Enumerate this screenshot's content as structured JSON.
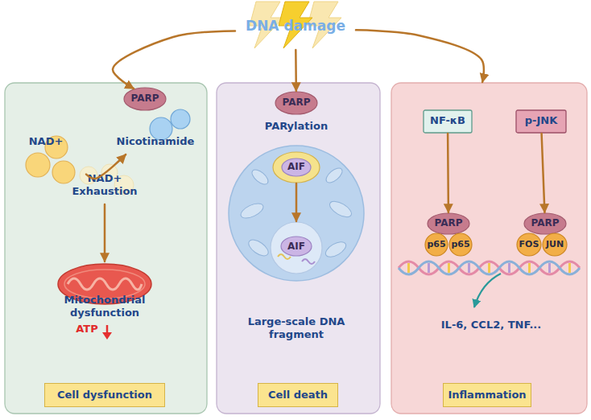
{
  "diagram": {
    "nodes": [
      {
        "text": [
          "DNA damage"
        ]
      },
      {
        "text": [
          "Cell dysfunction"
        ]
      },
      {
        "text": [
          "PARP"
        ],
        "in": 1
      },
      {
        "text": [
          "NAD+"
        ],
        "in": 1
      },
      {
        "text": [
          "Nicotinamide"
        ],
        "in": 1
      },
      {
        "text": [
          "NAD+ Exhaustion"
        ],
        "in": 1
      },
      {
        "text": [
          "Mitochondrial dysfunction",
          "ATP"
        ],
        "in": 1
      },
      {
        "text": [
          "Cell death"
        ]
      },
      {
        "text": [
          "PARP",
          "PARylation"
        ],
        "in": 7
      },
      {
        "text": [
          "Large-scale DNA fragment"
        ],
        "in": 7
      },
      {
        "text": [
          "AIF"
        ],
        "in": 9
      },
      {
        "text": [
          "AIF"
        ],
        "in": 9
      },
      {
        "text": [
          "Inflammation"
        ]
      },
      {
        "text": [
          "NF-κB"
        ],
        "in": 12
      },
      {
        "text": [
          "p-JNK"
        ],
        "in": 12
      },
      {
        "text": [
          "PARP"
        ],
        "in": 12
      },
      {
        "text": [
          "p65"
        ],
        "in": 12
      },
      {
        "text": [
          "p65"
        ],
        "in": 12
      },
      {
        "text": [
          "PARP"
        ],
        "in": 12
      },
      {
        "text": [
          "FOS"
        ],
        "in": 12
      },
      {
        "text": [
          "JUN"
        ],
        "in": 12
      }
    ],
    "edges": [
      {
        "from": 0,
        "to": 2,
        "arrow": "to"
      },
      {
        "from": 0,
        "to": 8,
        "arrow": "to"
      },
      {
        "from": 0,
        "to": 12,
        "arrow": "to"
      },
      {
        "from": 3,
        "to": 4,
        "arrow": "to"
      },
      {
        "from": 5,
        "to": 6,
        "arrow": "to"
      },
      {
        "from": 10,
        "to": 11,
        "arrow": "to"
      },
      {
        "from": 13,
        "to": 15,
        "arrow": "to"
      },
      {
        "from": 14,
        "to": 18,
        "arrow": "to"
      }
    ],
    "labels": [
      "IL-6, CCL2, TNF..."
    ]
  }
}
